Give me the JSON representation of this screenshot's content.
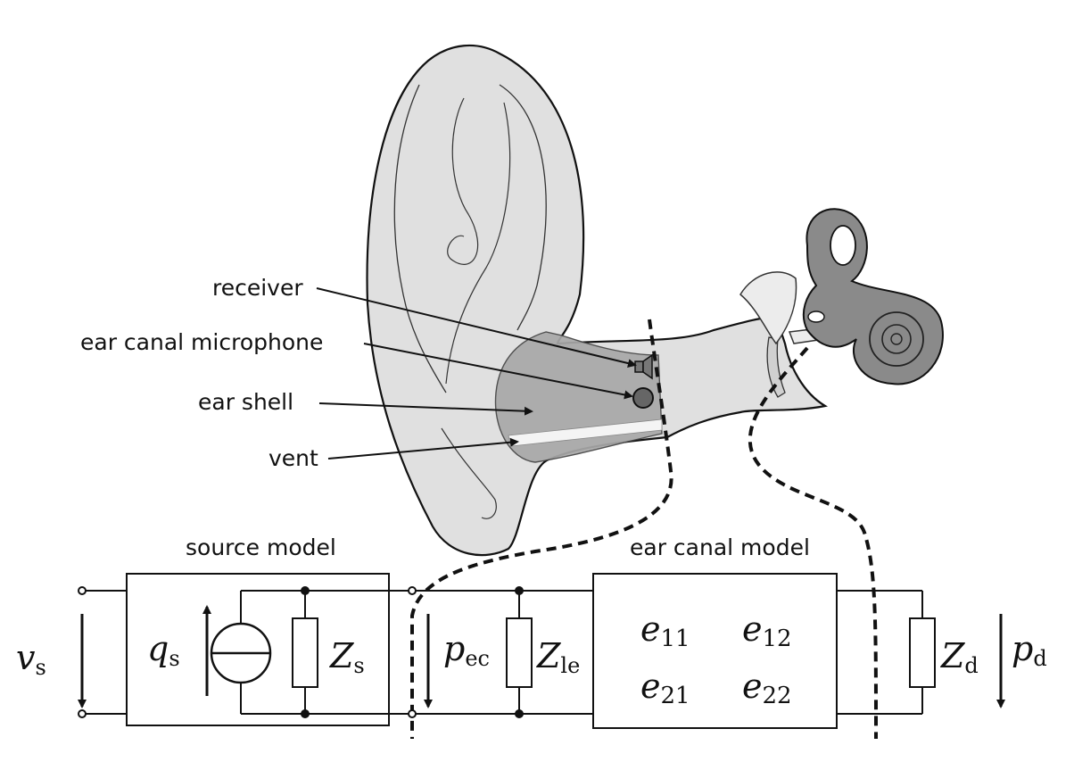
{
  "labels": {
    "receiver": "receiver",
    "ear_canal_microphone": "ear canal microphone",
    "ear_shell": "ear shell",
    "vent": "vent",
    "source_model": "source model",
    "ear_canal_model": "ear canal model"
  },
  "circuit": {
    "vs": {
      "base": "v",
      "sub": "s"
    },
    "qs": {
      "base": "q",
      "sub": "s"
    },
    "Zs": {
      "base": "Z",
      "sub": "s"
    },
    "pec": {
      "base": "p",
      "sub": "ec"
    },
    "Zle": {
      "base": "Z",
      "sub": "le"
    },
    "Zd": {
      "base": "Z",
      "sub": "d"
    },
    "pd": {
      "base": "p",
      "sub": "d"
    },
    "e11": {
      "base": "e",
      "sub": "11"
    },
    "e12": {
      "base": "e",
      "sub": "12"
    },
    "e21": {
      "base": "e",
      "sub": "21"
    },
    "e22": {
      "base": "e",
      "sub": "22"
    }
  },
  "colors": {
    "ear_skin": "#e0e0e0",
    "ear_shell": "#a8a8a8",
    "inner_ear": "#8a8a8a",
    "vent": "#f4f4f4",
    "line": "#111111"
  }
}
